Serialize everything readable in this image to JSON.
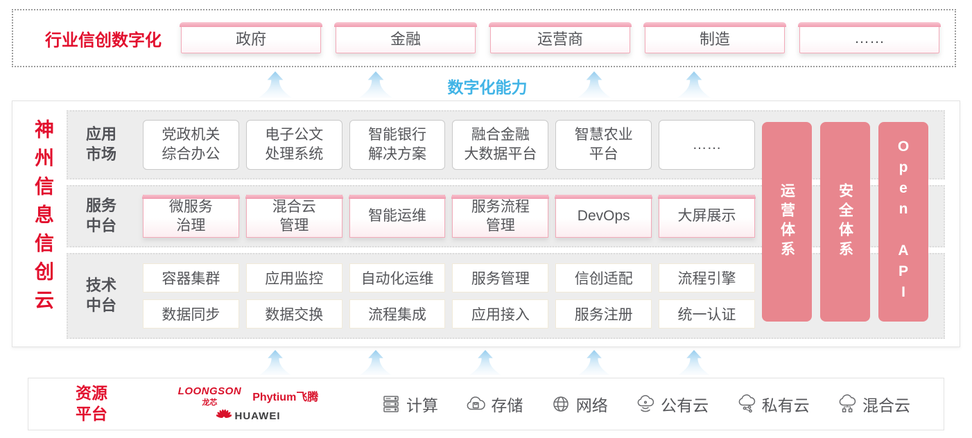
{
  "colors": {
    "red": "#e2102e",
    "pink_bar": "#e8868e",
    "blue": "#41b4e6"
  },
  "industry": {
    "label": "行业信创数字化",
    "boxes": [
      "政府",
      "金融",
      "运营商",
      "制造",
      "……"
    ]
  },
  "digital_capability_label": "数字化能力",
  "platform": {
    "vertical_title": "神州信息信创云",
    "app_row": {
      "label": "应用\n市场",
      "items": [
        "党政机关\n综合办公",
        "电子公文\n处理系统",
        "智能银行\n解决方案",
        "融合金融\n大数据平台",
        "智慧农业\n平台",
        "……"
      ]
    },
    "service_row": {
      "label": "服务\n中台",
      "items": [
        "微服务\n治理",
        "混合云\n管理",
        "智能运维",
        "服务流程\n管理",
        "DevOps",
        "大屏展示"
      ]
    },
    "tech_row": {
      "label": "技术\n中台",
      "items_top": [
        "容器集群",
        "应用监控",
        "自动化运维",
        "服务管理",
        "信创适配",
        "流程引擎"
      ],
      "items_bottom": [
        "数据同步",
        "数据交换",
        "流程集成",
        "应用接入",
        "服务注册",
        "统一认证"
      ]
    },
    "side_bars": [
      "运营体系",
      "安全体系",
      "Open API"
    ]
  },
  "resources": {
    "label": "资源\n平台",
    "vendors": {
      "loongson": "LOONGSON",
      "loongson_sub": "龙芯",
      "phytium": "Phytium飞腾",
      "huawei": "HUAWEI"
    },
    "items": [
      {
        "icon": "server-icon",
        "label": "计算"
      },
      {
        "icon": "storage-cloud-icon",
        "label": "存储"
      },
      {
        "icon": "network-globe-icon",
        "label": "网络"
      },
      {
        "icon": "public-cloud-icon",
        "label": "公有云"
      },
      {
        "icon": "private-cloud-icon",
        "label": "私有云"
      },
      {
        "icon": "hybrid-cloud-icon",
        "label": "混合云"
      }
    ]
  }
}
